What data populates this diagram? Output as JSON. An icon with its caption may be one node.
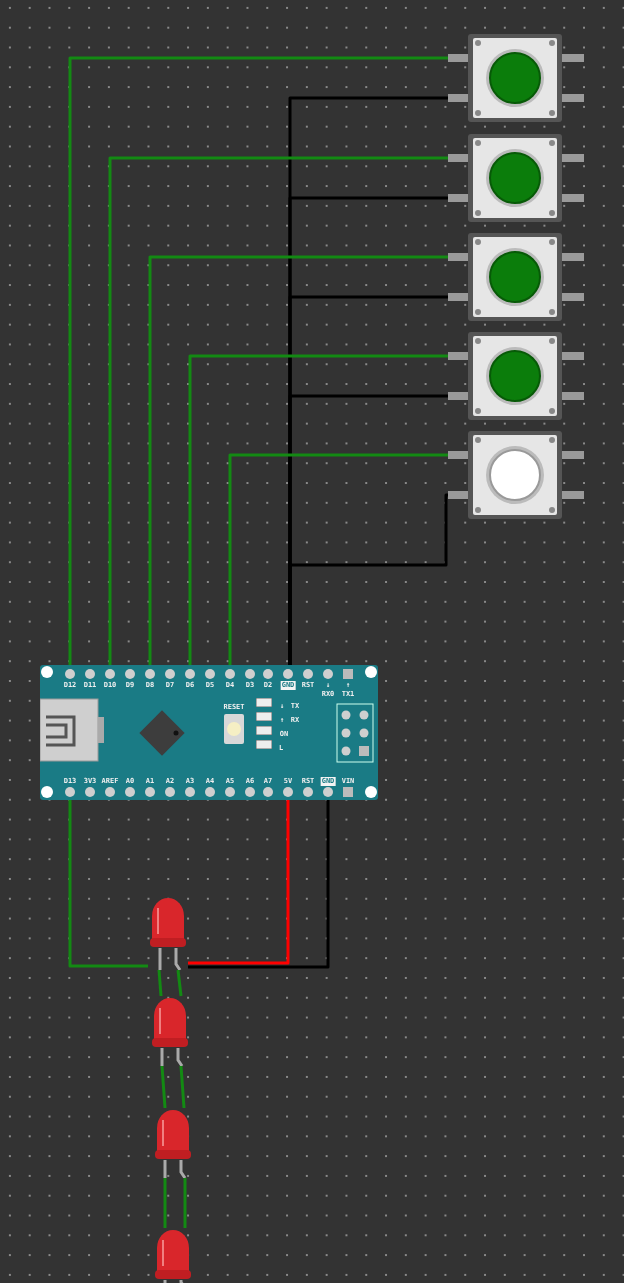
{
  "diagram": {
    "nodes": [
      {
        "text": [],
        "shape": "picture"
      },
      {
        "text": [],
        "shape": "picture"
      },
      {
        "text": [],
        "shape": "picture"
      },
      {
        "text": [],
        "shape": "picture"
      },
      {
        "text": [],
        "shape": "picture"
      },
      {
        "text": [],
        "shape": "picture"
      },
      {
        "text": [],
        "shape": "picture"
      },
      {
        "text": [],
        "shape": "picture"
      },
      {
        "text": [],
        "shape": "picture"
      },
      {
        "text": [],
        "shape": "picture"
      }
    ],
    "edges": [
      {
        "from": 0,
        "to": 5,
        "arrow": "none"
      },
      {
        "from": 0,
        "to": 5,
        "arrow": "none",
        "color": "#000000"
      },
      {
        "from": 1,
        "to": 5,
        "arrow": "none"
      },
      {
        "from": 1,
        "to": 5,
        "arrow": "none",
        "color": "#000000"
      },
      {
        "from": 2,
        "to": 5,
        "arrow": "none"
      },
      {
        "from": 2,
        "to": 5,
        "arrow": "none",
        "color": "#000000"
      },
      {
        "from": 3,
        "to": 5,
        "arrow": "none"
      },
      {
        "from": 3,
        "to": 5,
        "arrow": "none",
        "color": "#000000"
      },
      {
        "from": 4,
        "to": 5,
        "arrow": "none"
      },
      {
        "from": 4,
        "to": 5,
        "arrow": "none",
        "color": "#000000"
      },
      {
        "from": 5,
        "to": 6,
        "arrow": "none"
      },
      {
        "from": 5,
        "to": 6,
        "arrow": "none",
        "color": "#ff0000"
      },
      {
        "from": 5,
        "to": 6,
        "arrow": "none",
        "color": "#000000"
      },
      {
        "from": 6,
        "to": 7,
        "arrow": "none"
      },
      {
        "from": 6,
        "to": 7,
        "arrow": "none"
      },
      {
        "from": 7,
        "to": 8,
        "arrow": "none"
      },
      {
        "from": 7,
        "to": 8,
        "arrow": "none"
      },
      {
        "from": 8,
        "to": 9,
        "arrow": "none"
      },
      {
        "from": 8,
        "to": 9,
        "arrow": "none"
      }
    ],
    "labels": [
      "D12",
      "D11",
      "D10",
      "D9",
      "D8",
      "D7",
      "D6",
      "D5",
      "D4",
      "D3",
      "D2",
      "GND",
      "RST",
      "↓",
      "↑",
      "RX0",
      "TX1",
      "↓",
      "↑",
      "TX",
      "RX",
      "ON",
      "L",
      "RESET",
      "D13",
      "3V3",
      "AREF",
      "A0",
      "A1",
      "A2",
      "A3",
      "A4",
      "A5",
      "A6",
      "A7",
      "5V",
      "RST",
      "GND",
      "VIN"
    ]
  }
}
